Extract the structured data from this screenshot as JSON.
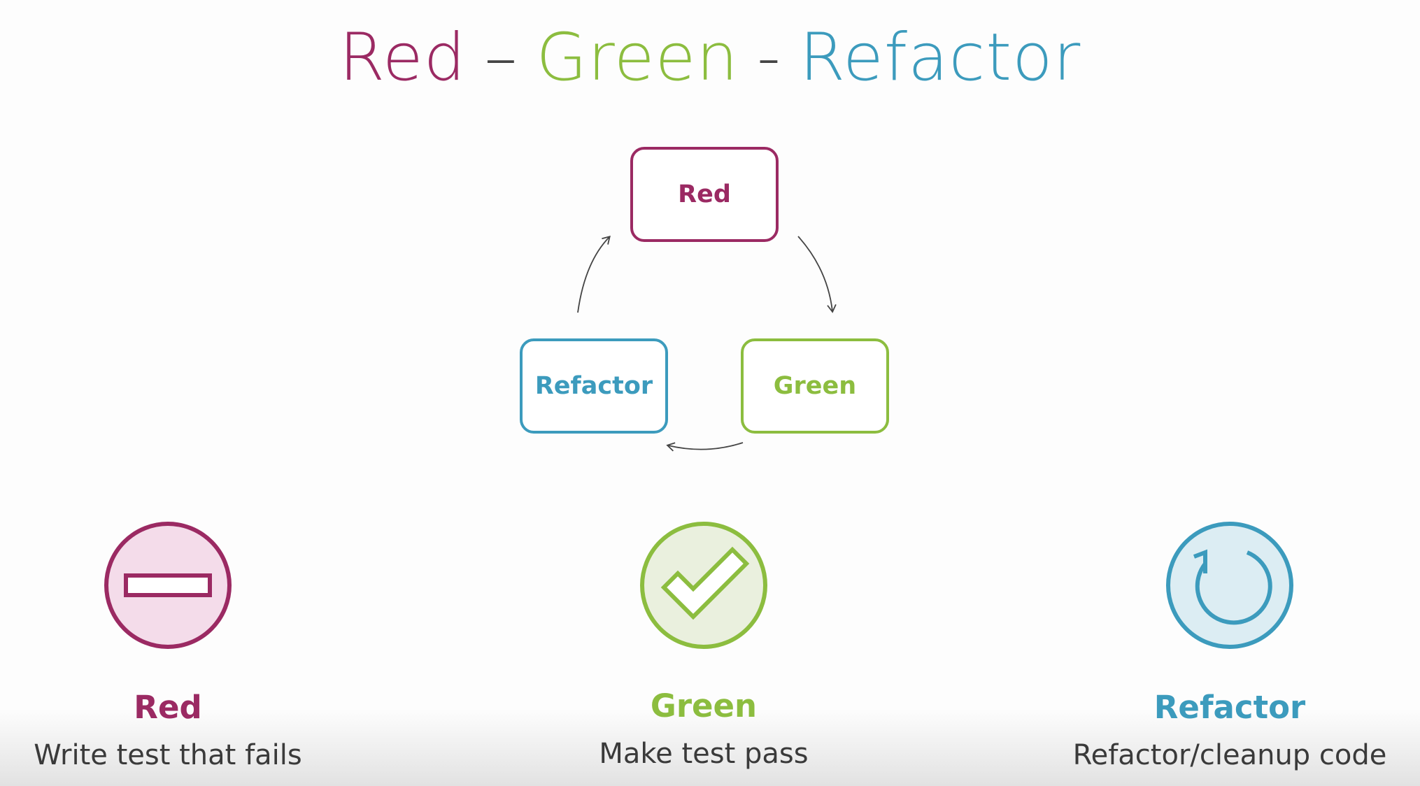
{
  "title": {
    "word1": "Red",
    "separator1": "–",
    "word2": "Green",
    "separator2": "-",
    "word3": "Refactor"
  },
  "colors": {
    "red": "#9b2a63",
    "green": "#8cbd3f",
    "blue": "#3c9bbd",
    "red_fill": "#f4dcea",
    "green_fill": "#eaf0de",
    "blue_fill": "#dcedf3",
    "arrow": "#444444"
  },
  "cycle": {
    "nodes": [
      {
        "label": "Red"
      },
      {
        "label": "Green"
      },
      {
        "label": "Refactor"
      }
    ]
  },
  "cards": [
    {
      "icon": "stop-icon",
      "name": "Red",
      "description": "Write test that fails"
    },
    {
      "icon": "check-icon",
      "name": "Green",
      "description": "Make test pass"
    },
    {
      "icon": "refresh-icon",
      "name": "Refactor",
      "description": "Refactor/cleanup code"
    }
  ]
}
